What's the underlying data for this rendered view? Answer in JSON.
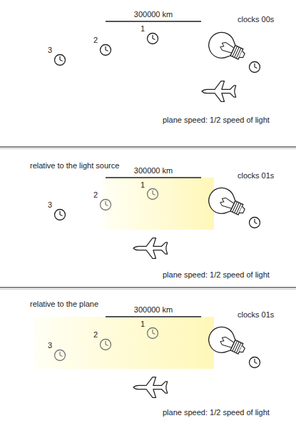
{
  "diagram": {
    "labels": [
      "300000 km",
      "clocks 00s",
      "1",
      "2",
      "3",
      "plane speed: 1/2 speed of light",
      "relative to the light source",
      "300000 km",
      "clocks 01s",
      "1",
      "2",
      "3",
      "plane speed: 1/2 speed of light",
      "relative to the plane",
      "300000 km",
      "clocks 01s",
      "1",
      "2",
      "3",
      "plane speed: 1/2 speed of light"
    ]
  }
}
